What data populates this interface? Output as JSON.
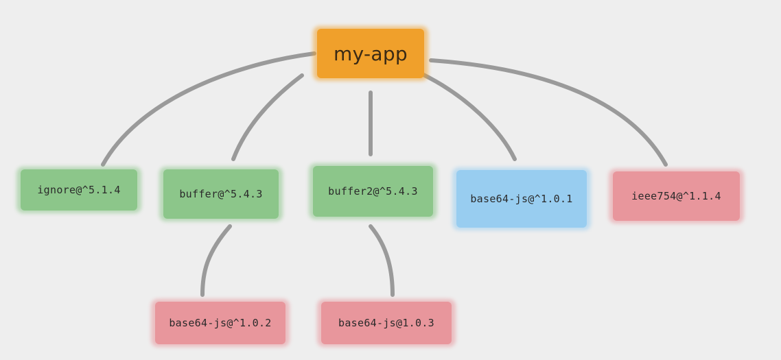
{
  "colors": {
    "background": "#eeeeee",
    "edge": "#9a9a9a",
    "root": "#f0a02b",
    "green": "#8cc68a",
    "blue": "#98cdf0",
    "red": "#e8969c"
  },
  "nodes": {
    "root": {
      "label": "my-app",
      "color": "root"
    },
    "ignore": {
      "label": "ignore@^5.1.4",
      "color": "green"
    },
    "buffer": {
      "label": "buffer@^5.4.3",
      "color": "green"
    },
    "buffer2": {
      "label": "buffer2@^5.4.3",
      "color": "green"
    },
    "base64_top": {
      "label": "base64-js@^1.0.1",
      "color": "blue"
    },
    "ieee754": {
      "label": "ieee754@^1.1.4",
      "color": "red"
    },
    "base64_a": {
      "label": "base64-js@^1.0.2",
      "color": "red"
    },
    "base64_b": {
      "label": "base64-js@1.0.3",
      "color": "red"
    }
  }
}
